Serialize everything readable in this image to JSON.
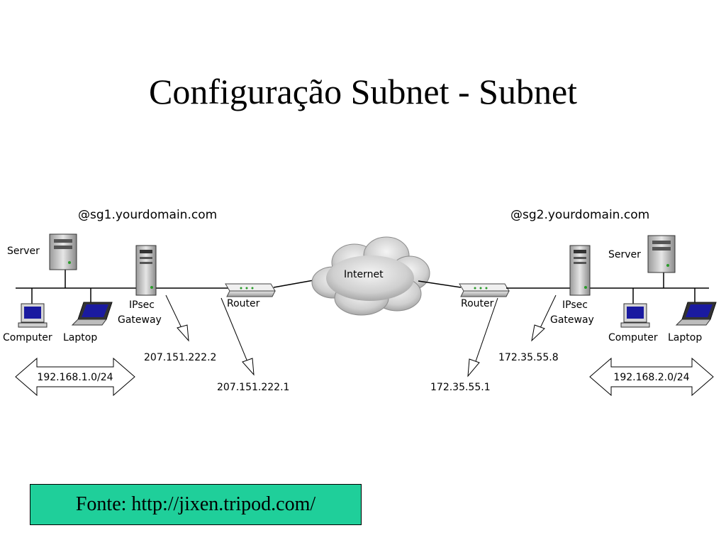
{
  "title": "Configuração Subnet - Subnet",
  "source": "Fonte: http://jixen.tripod.com/",
  "left_site": {
    "domain": "@sg1.yourdomain.com",
    "server_label": "Server",
    "computer_label": "Computer",
    "laptop_label": "Laptop",
    "gateway_label_1": "IPsec",
    "gateway_label_2": "Gateway",
    "router_label": "Router",
    "subnet": "192.168.1.0/24",
    "gateway_ip": "207.151.222.2",
    "router_ip": "207.151.222.1"
  },
  "right_site": {
    "domain": "@sg2.yourdomain.com",
    "server_label": "Server",
    "computer_label": "Computer",
    "laptop_label": "Laptop",
    "gateway_label_1": "IPsec",
    "gateway_label_2": "Gateway",
    "router_label": "Router",
    "subnet": "192.168.2.0/24",
    "gateway_ip": "172.35.55.8",
    "router_ip": "172.35.55.1"
  },
  "cloud_label": "Internet"
}
